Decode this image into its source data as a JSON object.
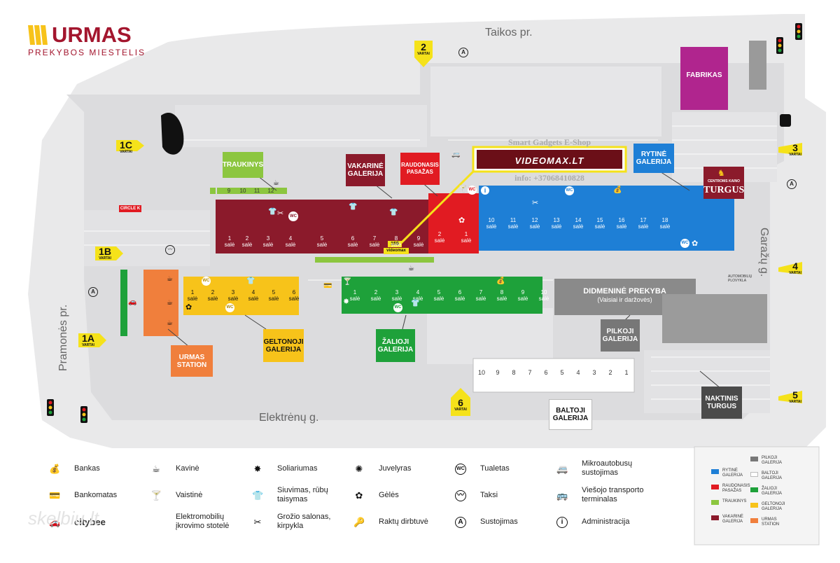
{
  "logo": {
    "brand": "URMAS",
    "subtitle": "PREKYBOS MIESTELIS"
  },
  "roads": {
    "top": "Taikos pr.",
    "right": "Garažų g.",
    "left": "Pramonės pr.",
    "bottom": "Elektrėnų g."
  },
  "gates": [
    {
      "id": "2",
      "vartai": "VARTAI"
    },
    {
      "id": "1C",
      "vartai": "VARTAI"
    },
    {
      "id": "1B",
      "vartai": "VARTAI"
    },
    {
      "id": "1A",
      "vartai": "VARTAI"
    },
    {
      "id": "3",
      "vartai": "VARTAI"
    },
    {
      "id": "4",
      "vartai": "VARTAI"
    },
    {
      "id": "5",
      "vartai": "VARTAI"
    },
    {
      "id": "6",
      "vartai": "VARTAI"
    }
  ],
  "buildings": {
    "traukinys": "TRAUKINYS",
    "vakarine": "VAKARINĖ GALERIJA",
    "raudonasis": "RAUDONASIS PASAŽAS",
    "rytine": "RYTINĖ GALERIJA",
    "fabrikas": "FABRIKAS",
    "turgus_top": "CENTROMS KAINO",
    "turgus": "TURGUS",
    "geltonoji": "GELTONOJI GALERIJA",
    "zalioji": "ŽALIOJI GALERIJA",
    "urmas_station": "URMAS STATION",
    "didmenine": "DIDMENINĖ PREKYBA",
    "didmenine_sub": "(Vaisiai ir daržovės)",
    "pilkoji": "PILKOJI GALERIJA",
    "baltoji": "BALTOJI GALERIJA",
    "naktinis": "NAKTINIS TURGUS",
    "automobiliu": "AUTOMOBILIŲ PLOVYKLA",
    "circle": "CIRCLE K"
  },
  "ad": {
    "shop": "Smart Gadgets E-Shop",
    "banner": "VIDEOMAX.LT",
    "info": "info: +37068410828",
    "tag": "videomax",
    "num": "155"
  },
  "sale_word": "salė",
  "halls": {
    "traukinys": [
      "9",
      "10",
      "11",
      "12"
    ],
    "vakarine": [
      "1",
      "2",
      "3",
      "4",
      "5",
      "6",
      "7",
      "8",
      "9"
    ],
    "raudonasis": [
      "2",
      "1"
    ],
    "rytine": [
      "10",
      "11",
      "12",
      "13",
      "14",
      "15",
      "16",
      "17",
      "18"
    ],
    "geltonoji": [
      "1",
      "2",
      "3",
      "4",
      "5",
      "6"
    ],
    "zalioji": [
      "1",
      "2",
      "3",
      "4",
      "5",
      "6",
      "7",
      "8",
      "9",
      "10"
    ],
    "baltoji": [
      "10",
      "9",
      "8",
      "7",
      "6",
      "5",
      "4",
      "3",
      "2",
      "1"
    ]
  },
  "legend": [
    {
      "icon": "bank-icon",
      "glyph": "💰",
      "label": "Bankas"
    },
    {
      "icon": "atm-icon",
      "glyph": "💳",
      "label": "Bankomatas"
    },
    {
      "icon": "citybee-icon",
      "glyph": "🚗",
      "label": "citybee"
    },
    {
      "icon": "cafe-icon",
      "glyph": "☕",
      "label": "Kavinė"
    },
    {
      "icon": "pharmacy-icon",
      "glyph": "🍸",
      "label": "Vaistinė"
    },
    {
      "icon": "ev-charging-icon",
      "glyph": "",
      "label": "Elektromobilių įkrovimo stotelė"
    },
    {
      "icon": "solarium-icon",
      "glyph": "✸",
      "label": "Soliariumas"
    },
    {
      "icon": "tailoring-icon",
      "glyph": "👕",
      "label": "Siuvimas, rūbų taisymas"
    },
    {
      "icon": "beauty-icon",
      "glyph": "✂",
      "label": "Grožio salonas, kirpykla"
    },
    {
      "icon": "jeweler-icon",
      "glyph": "✺",
      "label": "Juvelyras"
    },
    {
      "icon": "flowers-icon",
      "glyph": "✿",
      "label": "Gėlės"
    },
    {
      "icon": "key-icon",
      "glyph": "🔑",
      "label": "Raktų dirbtuvė"
    },
    {
      "icon": "wc-icon",
      "glyph": "WC",
      "label": "Tualetas"
    },
    {
      "icon": "taxi-icon",
      "glyph": "〰",
      "label": "Taksi"
    },
    {
      "icon": "bus-stop-icon",
      "glyph": "A",
      "label": "Sustojimas"
    },
    {
      "icon": "minibus-icon",
      "glyph": "🚐",
      "label": "Mikroautobusų sustojimas"
    },
    {
      "icon": "bus-terminal-icon",
      "glyph": "🚌",
      "label": "Viešojo transporto terminalas"
    },
    {
      "icon": "info-icon",
      "glyph": "i",
      "label": "Administracija"
    }
  ],
  "color_key": [
    {
      "label": "RYTINĖ GALERIJA",
      "color": "#1e7fd6"
    },
    {
      "label": "RAUDONASIS PASAŽAS",
      "color": "#e11b22"
    },
    {
      "label": "TRAUKINYS",
      "color": "#8cc63f"
    },
    {
      "label": "VAKARINĖ GALERIJA",
      "color": "#8b1a2b"
    },
    {
      "label": "PILKOJI GALERIJA",
      "color": "#777777"
    },
    {
      "label": "BALTOJI GALERIJA",
      "color": "#ffffff"
    },
    {
      "label": "ŽALIOJI GALERIJA",
      "color": "#1ea13a"
    },
    {
      "label": "GELTONOJI GALERIJA",
      "color": "#f7c31a"
    },
    {
      "label": "URMAS STATION",
      "color": "#f07f3c"
    }
  ],
  "watermark": "skelbiu.lt"
}
